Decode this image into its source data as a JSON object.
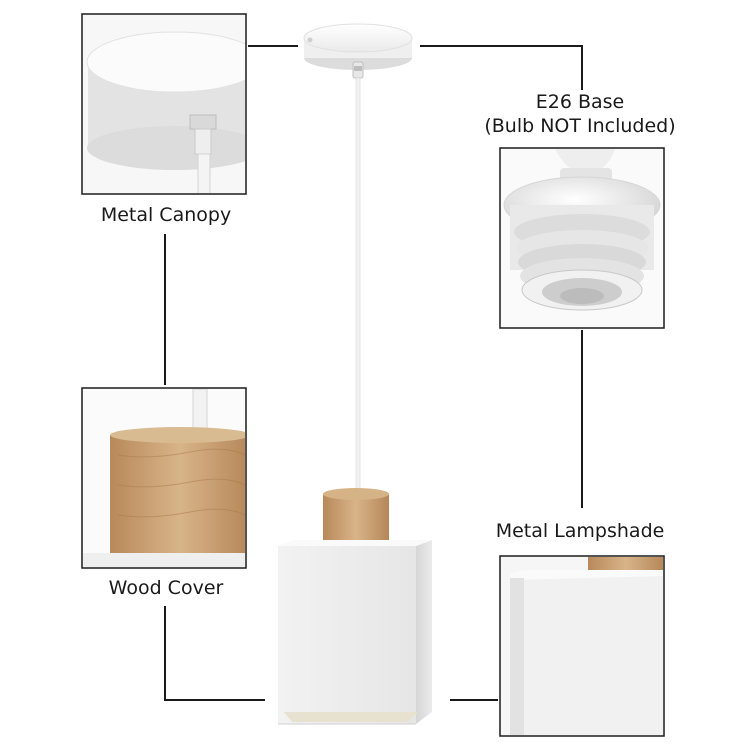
{
  "labels": {
    "metal_canopy": "Metal Canopy",
    "e26_base_line1": "E26 Base",
    "e26_base_line2": "(Bulb NOT Included)",
    "wood_cover": "Wood Cover",
    "metal_lampshade": "Metal Lampshade"
  },
  "colors": {
    "frame": "#1a1a1a",
    "wood": "#c9a272",
    "white_metal": "#f4f4f4",
    "shadow": "#d9d9d9"
  }
}
